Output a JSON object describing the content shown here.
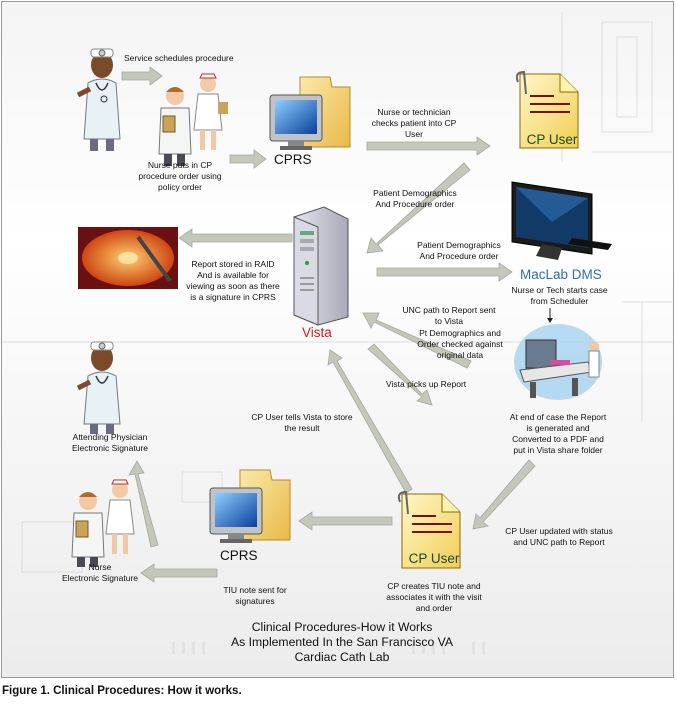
{
  "labels": {
    "service_schedules": "Service schedules procedure",
    "nurse_puts_order": "Nurse puts in CP\nprocedure order using\npolicy order",
    "cprs_top": "CPRS",
    "nurse_checks": "Nurse or technician\nchecks patient into CP\nUser",
    "cp_user_top": "CP User",
    "patient_demo_1": "Patient Demographics\nAnd Procedure order",
    "patient_demo_2": "Patient Demographics\nAnd Procedure order",
    "maclab": "MacLab DMS",
    "report_stored": "Report stored in RAID\nAnd is available for\nviewing as soon as there\nis a signature in CPRS",
    "vista": "Vista",
    "nurse_starts_case": "Nurse or Tech starts case\nfrom Scheduler",
    "unc_path_sent": "UNC path to Report sent\nto Vista",
    "pt_demo_checked": "Pt Demographics and\nOrder checked against\noriginal data",
    "vista_picks_up": "Vista picks up Report",
    "cp_user_tells": "CP User tells Vista to store\nthe result",
    "end_of_case": "At end of case the Report\nis generated and\nConverted to a PDF and\nput in Vista share folder",
    "attending_sig": "Attending Physician\nElectronic Signature",
    "cp_user_updated": "CP User updated with status\nand UNC path to Report",
    "cprs_bottom": "CPRS",
    "cp_user_bottom": "CP User",
    "nurse_sig": "Nurse\nElectronic Signature",
    "tiu_sent": "TIU note sent for\nsignatures",
    "cp_creates_tiu": "CP creates TIU note and\nassociates it with the visit\nand order"
  },
  "title": "Clinical Procedures-How it Works\nAs Implemented In the San Francisco VA\nCardiac Cath Lab",
  "caption": "Figure 1.  Clinical Procedures: How it works.",
  "icons": [
    "doctor-icon",
    "nurse-icon",
    "computer-monitor-icon",
    "document-icon",
    "server-icon",
    "hard-drive-icon",
    "widescreen-monitor-icon",
    "cath-lab-icon"
  ],
  "colors": {
    "arrow": "#c4c8bb",
    "arrow_stroke": "#a4a89c",
    "vista_red": "#d9141b",
    "maclab_blue": "#2f6fa8",
    "cp_user_green": "#1a4d12",
    "folder": "#f5d77a"
  }
}
